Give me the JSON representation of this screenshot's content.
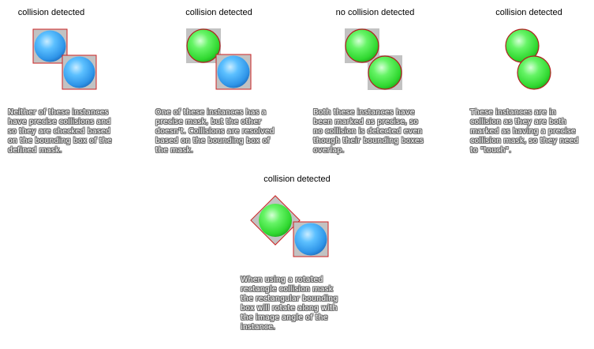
{
  "colors": {
    "bbox_fill": "#c2c2c2",
    "bbox_stroke": "#cc2222",
    "blue_sphere": "#3fa9f5",
    "green_sphere": "#3ee63e",
    "sphere_outline": "#b02020",
    "text_outline": "#6a6a6a"
  },
  "panels": [
    {
      "title": "collision detected",
      "description": "Neither of these instances\nhave precise collisions and\nso they are checked based\non the bounding box of the\ndefined mask."
    },
    {
      "title": "collision detected",
      "description": "One of these instances has a\nprecise mask, but the other\ndoesn't. Collisions are resolved\nbased on the bounding box of\nthe mask."
    },
    {
      "title": "no collision detected",
      "description": "Both these instances have\nbeen marked as precise, so\nno collision is detected even\nthough their bounding boxes\noverlap."
    },
    {
      "title": "collision detected",
      "description": "These instances are in\ncollision as they are both\nmarked as having a precise\ncollision mask, so they need\nto \"touch\"."
    },
    {
      "title": "collision detected",
      "description": "When using a rotated\nrectangle collision mask\nthe rectangular bounding\nbox will rotate along with\nthe image angle of the\ninstance."
    }
  ]
}
